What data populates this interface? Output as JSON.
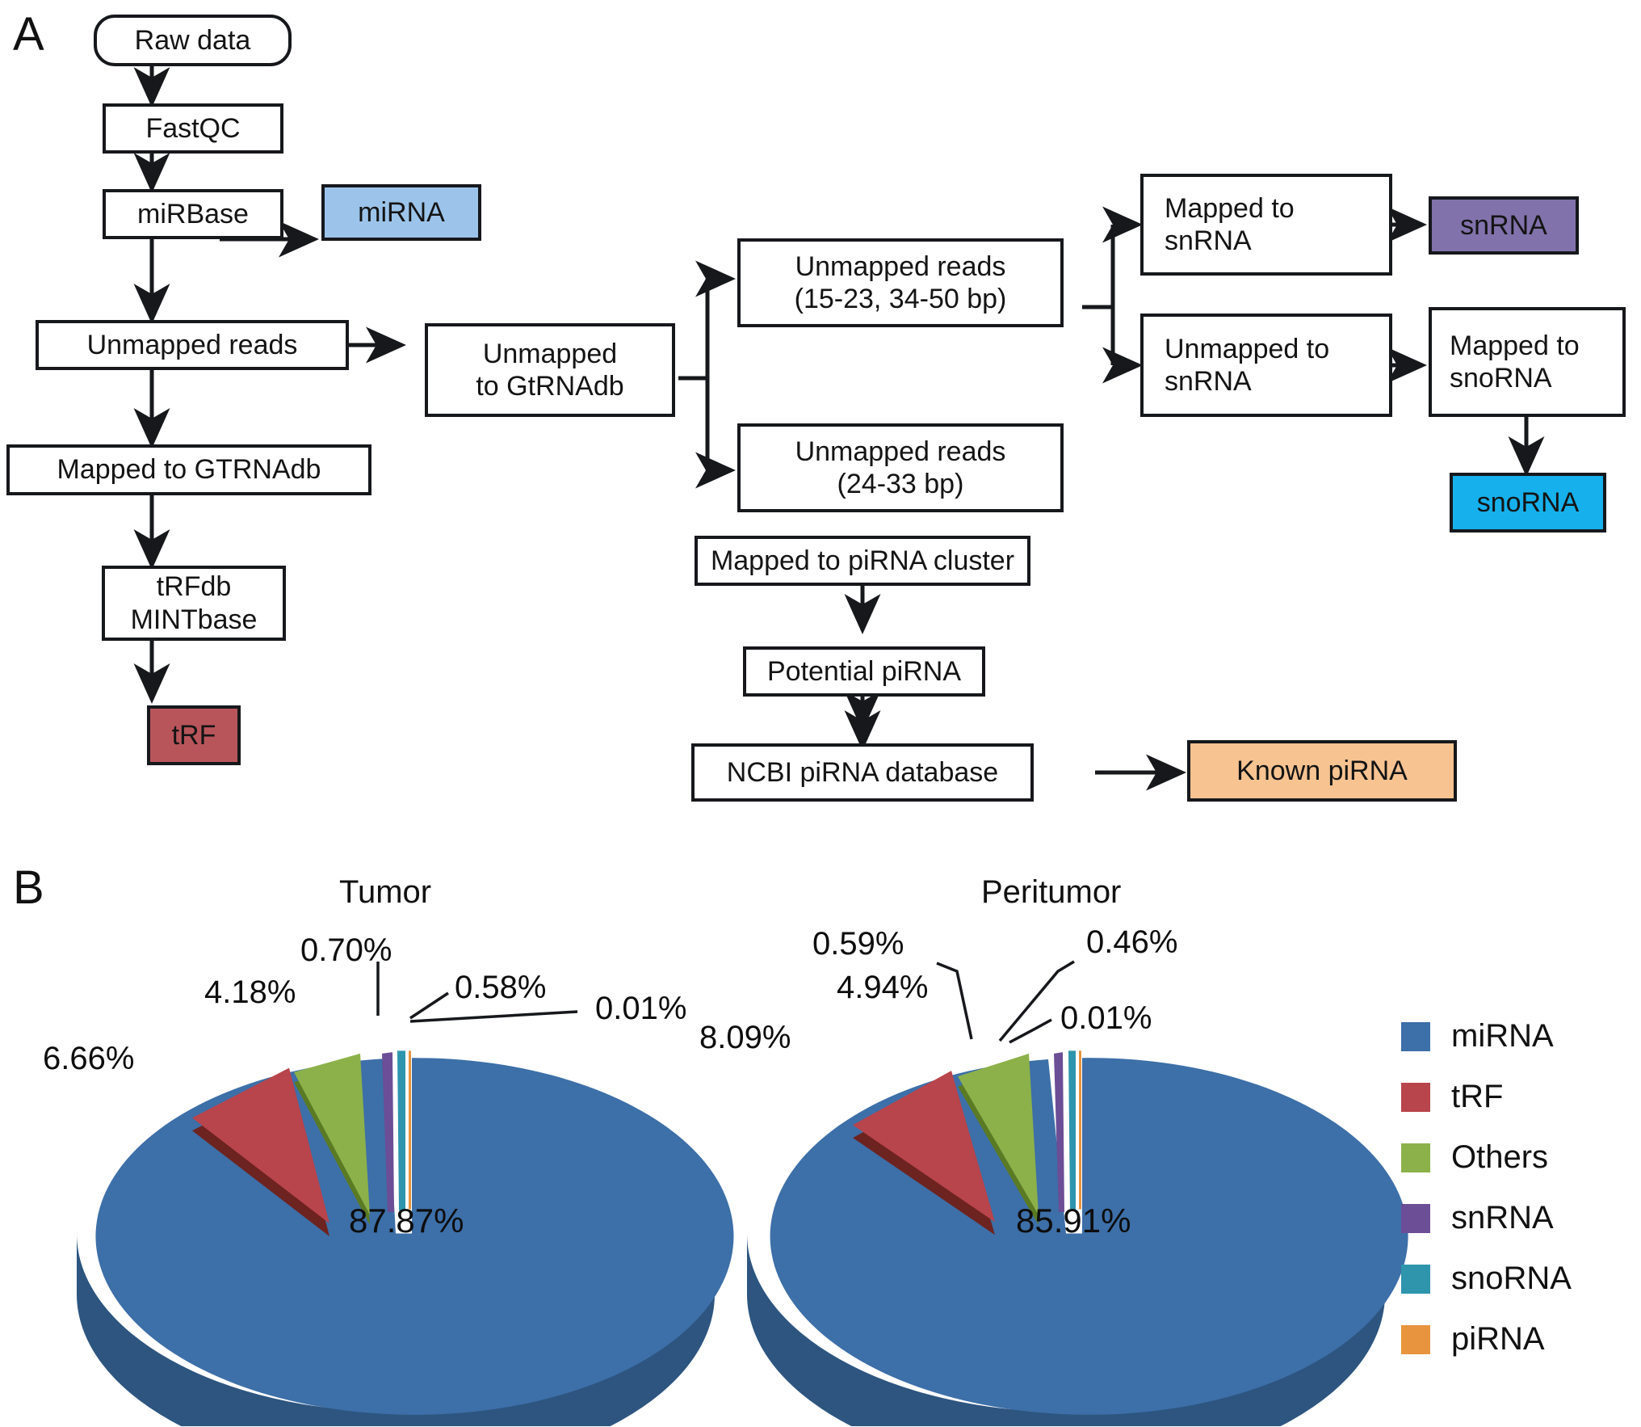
{
  "panels": {
    "a_letter": "A",
    "b_letter": "B"
  },
  "flowchart": {
    "nodes": [
      {
        "id": "raw-data",
        "label": "Raw data"
      },
      {
        "id": "fastqc",
        "label": "FastQC"
      },
      {
        "id": "mirbase",
        "label": "miRBase"
      },
      {
        "id": "mirna",
        "label": "miRNA"
      },
      {
        "id": "unmapped-reads-1",
        "label": "Unmapped reads"
      },
      {
        "id": "mapped-to-gtrnadb",
        "label": "Mapped to GTRNAdb"
      },
      {
        "id": "trfdb-mintbase",
        "label": "tRFdb\nMINTbase"
      },
      {
        "id": "trf",
        "label": "tRF"
      },
      {
        "id": "unmapped-to-gtrnadb",
        "label": "Unmapped\nto GtRNAdb"
      },
      {
        "id": "unmapped-reads-15-23",
        "label": "Unmapped reads\n(15-23, 34-50 bp)"
      },
      {
        "id": "unmapped-reads-24-33",
        "label": "Unmapped reads\n(24-33 bp)"
      },
      {
        "id": "mapped-to-snrna",
        "label": "Mapped to\nsnRNA"
      },
      {
        "id": "snrna",
        "label": "snRNA"
      },
      {
        "id": "unmapped-to-snrna",
        "label": "Unmapped to\nsnRNA"
      },
      {
        "id": "mapped-to-snorna",
        "label": "Mapped to\nsnoRNA"
      },
      {
        "id": "snorna",
        "label": "snoRNA"
      },
      {
        "id": "mapped-to-pirna-cluster",
        "label": "Mapped to piRNA cluster"
      },
      {
        "id": "potential-pirna",
        "label": "Potential piRNA"
      },
      {
        "id": "ncbi-pirna-database",
        "label": "NCBI piRNA database"
      },
      {
        "id": "known-pirna",
        "label": "Known piRNA"
      }
    ],
    "colors": {
      "mirna": "#9cc4ea",
      "trf": "#b8555b",
      "snrna": "#8172ab",
      "snorna": "#16b1ec",
      "pirna": "#f7c391",
      "stroke": "#16181c"
    }
  },
  "chart_data": [
    {
      "type": "pie",
      "title": "Tumor",
      "categories": [
        "miRNA",
        "tRF",
        "Others",
        "snRNA",
        "snoRNA",
        "piRNA"
      ],
      "values": [
        87.87,
        6.66,
        4.18,
        0.7,
        0.58,
        0.01
      ],
      "labels": [
        "87.87%",
        "6.66%",
        "4.18%",
        "0.70%",
        "0.58%",
        "0.01%"
      ],
      "colors": [
        "#3d6fa8",
        "#b8444c",
        "#8cb14a",
        "#6b4e96",
        "#2e95ad",
        "#e8943e"
      ],
      "legend_position": "right",
      "exploded": true,
      "three_d": true
    },
    {
      "type": "pie",
      "title": "Peritumor",
      "categories": [
        "miRNA",
        "tRF",
        "Others",
        "snRNA",
        "snoRNA",
        "piRNA"
      ],
      "values": [
        85.91,
        8.09,
        4.94,
        0.59,
        0.46,
        0.01
      ],
      "labels": [
        "85.91%",
        "8.09%",
        "4.94%",
        "0.59%",
        "0.46%",
        "0.01%"
      ],
      "colors": [
        "#3d6fa8",
        "#b8444c",
        "#8cb14a",
        "#6b4e96",
        "#2e95ad",
        "#e8943e"
      ],
      "legend_position": "right",
      "exploded": true,
      "three_d": true
    }
  ],
  "legend": {
    "items": [
      {
        "label": "miRNA",
        "color": "#3d6fa8"
      },
      {
        "label": "tRF",
        "color": "#b8444c"
      },
      {
        "label": "Others",
        "color": "#8cb14a"
      },
      {
        "label": "snRNA",
        "color": "#6b4e96"
      },
      {
        "label": "snoRNA",
        "color": "#2e95ad"
      },
      {
        "label": "piRNA",
        "color": "#e8943e"
      }
    ]
  }
}
